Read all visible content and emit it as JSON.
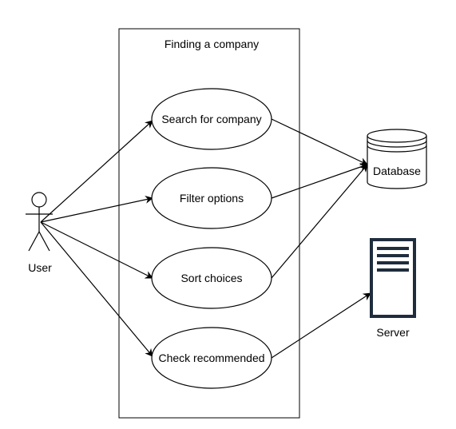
{
  "diagram": {
    "system_title": "Finding a company",
    "actor": {
      "label": "User"
    },
    "use_cases": [
      "Search for company",
      "Filter options",
      "Sort choices",
      "Check recommended"
    ],
    "database": {
      "label": "Database"
    },
    "server": {
      "label": "Server"
    },
    "colors": {
      "stroke": "#000000",
      "server_fill": "#ffffff",
      "server_stroke": "#1f2d3d"
    }
  }
}
